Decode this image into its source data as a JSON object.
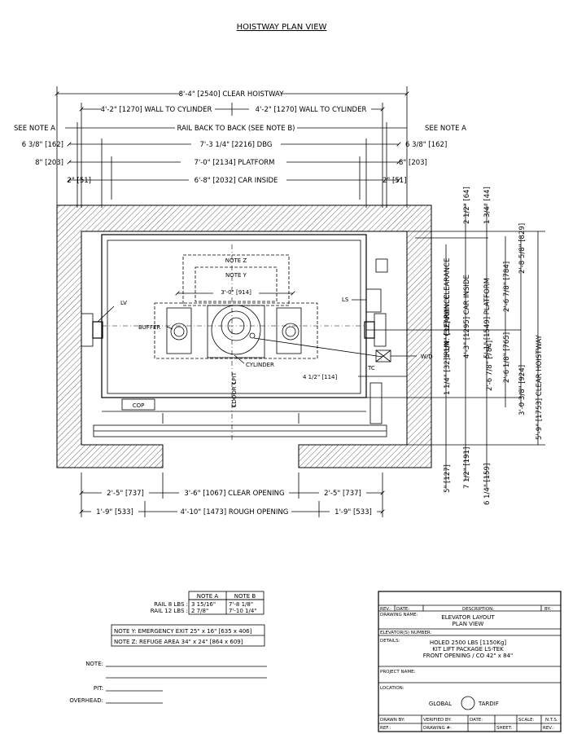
{
  "title": "HOISTWAY PLAN VIEW",
  "top_dims": {
    "clear_hoistway": "8'-4\" [2540] CLEAR HOISTWAY",
    "wall_to_cyl_left": "4'-2\" [1270] WALL TO CYLINDER",
    "wall_to_cyl_right": "4'-2\" [1270] WALL TO CYLINDER",
    "see_note_a_left": "SEE NOTE A",
    "rail_btb": "RAIL BACK TO BACK (SEE NOTE B)",
    "see_note_a_right": "SEE NOTE A",
    "side_left_1": "6 3/8\" [162]",
    "dbg": "7'-3 1/4\" [2216] DBG",
    "side_right_1": "6 3/8\" [162]",
    "side_left_2": "8\" [203]",
    "platform": "7'-0\" [2134] PLATFORM",
    "side_right_2": "8\" [203]",
    "side_left_3": "2\" [51]",
    "car_inside": "6'-8\" [2032] CAR INSIDE",
    "side_right_3": "2\" [51]"
  },
  "plan_labels": {
    "note_z": "NOTE Z",
    "note_y": "NOTE Y",
    "cyl_spacing": "3'-0\" [914]",
    "lv": "LV",
    "ls": "LS",
    "buffer": "BUFFER",
    "cylinder": "CYLINDER",
    "door_cl": "℄DOOR ℄PIT",
    "wd": "W/D",
    "tc": "TC",
    "gap": "4 1/2\" [114]",
    "cop": "COP"
  },
  "right_dims": {
    "d1": "2 1/2\" [64]",
    "d2": "1 3/4\" [44]",
    "run_clearance": "1 1/4\" [32] RUN. CLEARANCE",
    "car_inside_depth": "4'-3\" [1295] CAR INSIDE",
    "platform_depth": "5'-1\" [1549] PLATFORM",
    "d3": "2'-6 7/8\" [784]",
    "d4": "2'-8 5/8\" [829]",
    "d5": "2'-6 1/8\" [765]",
    "d6": "3'-0 3/8\" [924]",
    "clear_hoistway_depth": "5'-9\" [1753] CLEAR HOISTWAY",
    "d7": "5\" [127]",
    "d8": "7 1/2\" [191]",
    "d9": "6 1/4\" [159]"
  },
  "bottom_dims": {
    "b1": "2'-5\" [737]",
    "clear_opening": "3'-6\" [1067] CLEAR OPENING",
    "b2": "2'-5\" [737]",
    "b3": "1'-9\" [533]",
    "rough_opening": "4'-10\" [1473] ROUGH OPENING",
    "b4": "1'-9\" [533]"
  },
  "rail_table": {
    "headers": [
      "",
      "NOTE A",
      "NOTE B"
    ],
    "rows": [
      [
        "RAIL 8 LBS :",
        "3 15/16\"",
        "7'-8 1/8\""
      ],
      [
        "RAIL 12 LBS :",
        "2 7/8\"",
        "7'-10 1/4\""
      ]
    ]
  },
  "notes_box": [
    "NOTE Y: EMERGENCY EXIT 25\" x 16\" [635 x 406]",
    "NOTE Z: REFUGE AREA 34\" x 24\" [864 x 609]"
  ],
  "fields": {
    "note": "NOTE:",
    "pit": "PIT:",
    "overhead": "OVERHEAD:"
  },
  "title_block": {
    "rev": "REV.:",
    "date": "DATE:",
    "description": "DESCRIPTION:",
    "by": "BY:",
    "drawing_name_label": "DRAWING NAME:",
    "drawing_name_1": "ELEVATOR LAYOUT",
    "drawing_name_2": "PLAN VIEW",
    "elevator_no": "ELEVATOR(S) NUMBER:",
    "details_label": "DETAILS:",
    "details_1": "HOLED 2500 LBS [1150Kg]",
    "details_2": "KIT LIFT PACKAGE LS-TEK",
    "details_3": "FRONT OPENING / CO 42\" x 84\"",
    "project_name": "PROJECT NAME:",
    "location": "LOCATION:",
    "company_left": "GLOBAL",
    "company_right": "TARDIF",
    "drawn_by": "DRAWN BY:",
    "verified_by": "VERIFIED BY:",
    "date2": "DATE:",
    "scale": "SCALE:",
    "scale_val": "N.T.S.",
    "ref": "REF.:",
    "drawing_no": "DRAWING #:",
    "sheet": "SHEET:",
    "rev2": "REV.:"
  }
}
